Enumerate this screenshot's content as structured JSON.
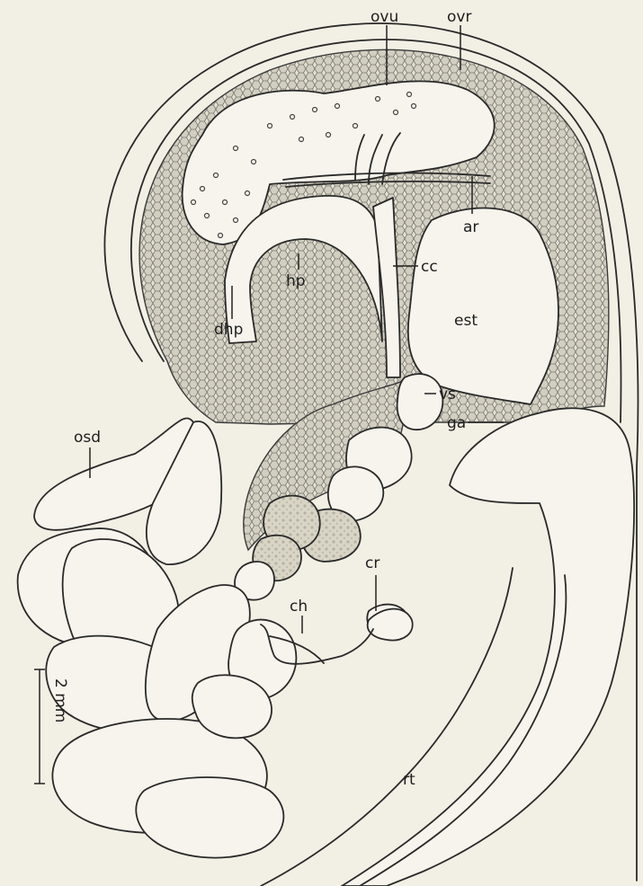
{
  "figure": {
    "labels": {
      "ovu": "ovu",
      "ovr": "ovr",
      "ar": "ar",
      "cc": "cc",
      "hp": "hp",
      "est": "est",
      "dhp": "dhp",
      "vs": "vs",
      "ga": "ga",
      "osd": "osd",
      "cr": "cr",
      "ch": "ch",
      "rt": "rt"
    },
    "scale_bar": "2 mm"
  }
}
